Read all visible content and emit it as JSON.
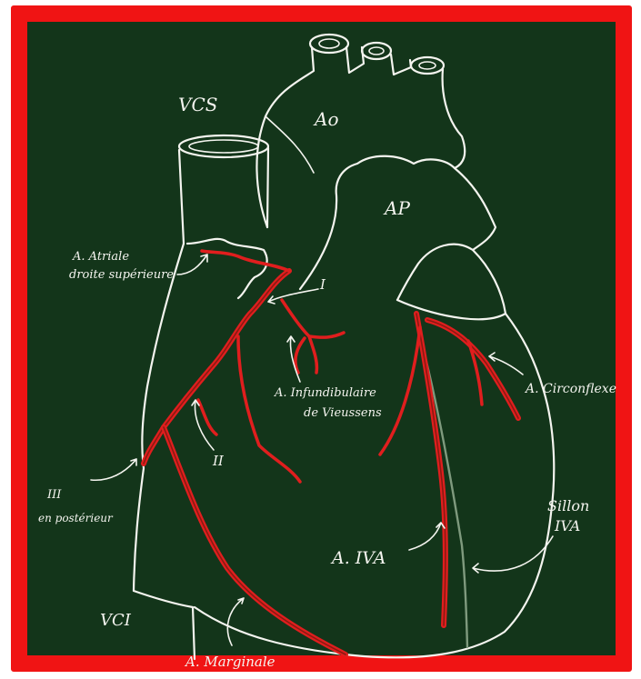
{
  "colors": {
    "frame": "#f01414",
    "board": "#13351a",
    "chalk": "#f4f4ef",
    "artery": "#e01e1e",
    "sulcus": "#7f9a7e"
  },
  "labels": {
    "vcs": "VCS",
    "ao": "Ao",
    "ap": "AP",
    "atriale_line1": "A. Atriale",
    "atriale_line2": "droite supérieure",
    "branch_one": "I",
    "infundibulaire_line1": "A. Infundibulaire",
    "infundibulaire_line2": "de Vieussens",
    "circonflexe": "A. Circonflexe",
    "branch_two": "II",
    "branch_three": "III",
    "posterieur": "en postérieur",
    "sillon_line1": "Sillon",
    "sillon_line2": "IVA",
    "iva": "A. IVA",
    "vci": "VCI",
    "marginale": "A. Marginale"
  }
}
